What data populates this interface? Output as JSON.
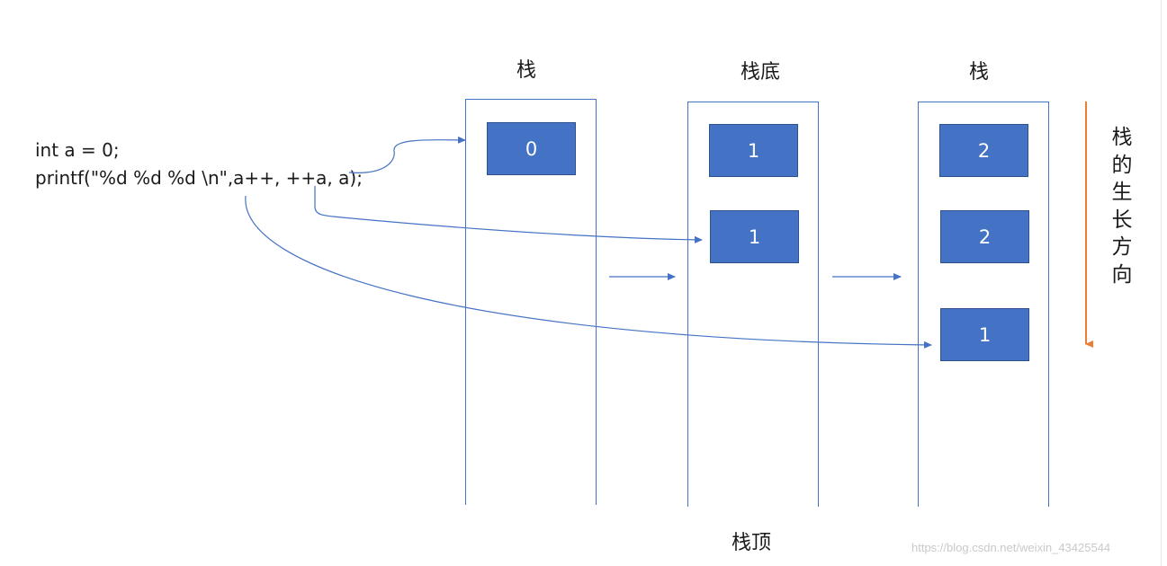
{
  "code": {
    "line1": "int a = 0;",
    "line2": "printf(\"%d %d %d \\n\",a++, ++a, a);"
  },
  "columns": [
    {
      "title": "栈",
      "cells": [
        "0"
      ]
    },
    {
      "title": "栈底",
      "cells": [
        "1",
        "1"
      ]
    },
    {
      "title": "栈",
      "cells": [
        "2",
        "2",
        "1"
      ]
    }
  ],
  "growth_label": [
    "栈",
    "的",
    "生",
    "长",
    "方",
    "向"
  ],
  "bottom_label": "栈顶",
  "watermark": "https://blog.csdn.net/weixin_43425544",
  "colors": {
    "box_fill": "#4472c4",
    "line": "#4472c4",
    "growth_arrow": "#ed7d31"
  }
}
